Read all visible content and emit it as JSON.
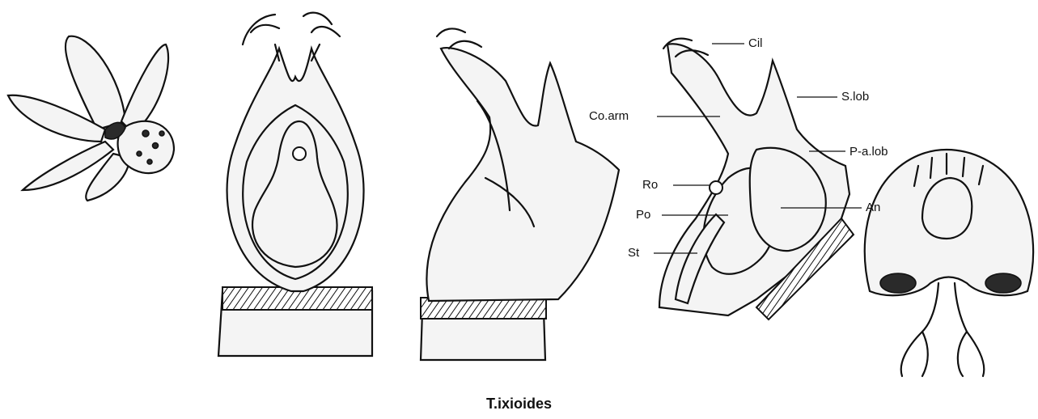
{
  "caption": "T.ixioides",
  "labels": {
    "cil": "Cil",
    "s_lob": "S.lob",
    "co_arm": "Co.arm",
    "p_a_lob": "P-a.lob",
    "ro": "Ro",
    "an": "An",
    "po": "Po",
    "st": "St"
  }
}
